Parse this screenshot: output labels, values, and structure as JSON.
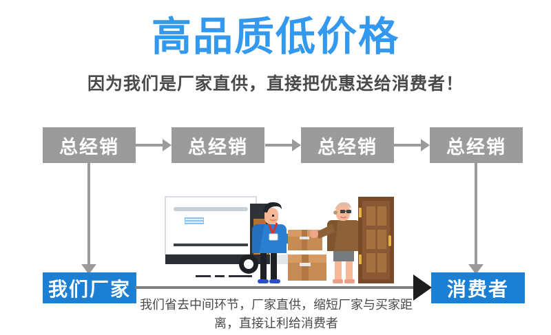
{
  "header": {
    "title": "高品质低价格",
    "subtitle": "因为我们是厂家直供，直接把优惠送给消费者！"
  },
  "colors": {
    "title_blue": "#3399ee",
    "box_blue": "#1b7fd4",
    "box_gray": "#9b9b9b",
    "text_gray": "#4a4a4a",
    "arrow_black": "#1d1d1d"
  },
  "distributor_chain": {
    "boxes": [
      {
        "label": "总经销"
      },
      {
        "label": "总经销"
      },
      {
        "label": "总经销"
      },
      {
        "label": "总经销"
      }
    ]
  },
  "bottom_row": {
    "factory_label": "我们厂家",
    "consumer_label": "消费者"
  },
  "caption": "我们省去中间环节，厂家直供，缩短厂家与买家距离，直接让利给消费者",
  "illustration": {
    "description": "delivery-truck-courier-handing-package-to-customer-at-door",
    "elements": [
      "delivery-truck",
      "courier-person",
      "package-box",
      "customer-person",
      "front-door"
    ]
  }
}
